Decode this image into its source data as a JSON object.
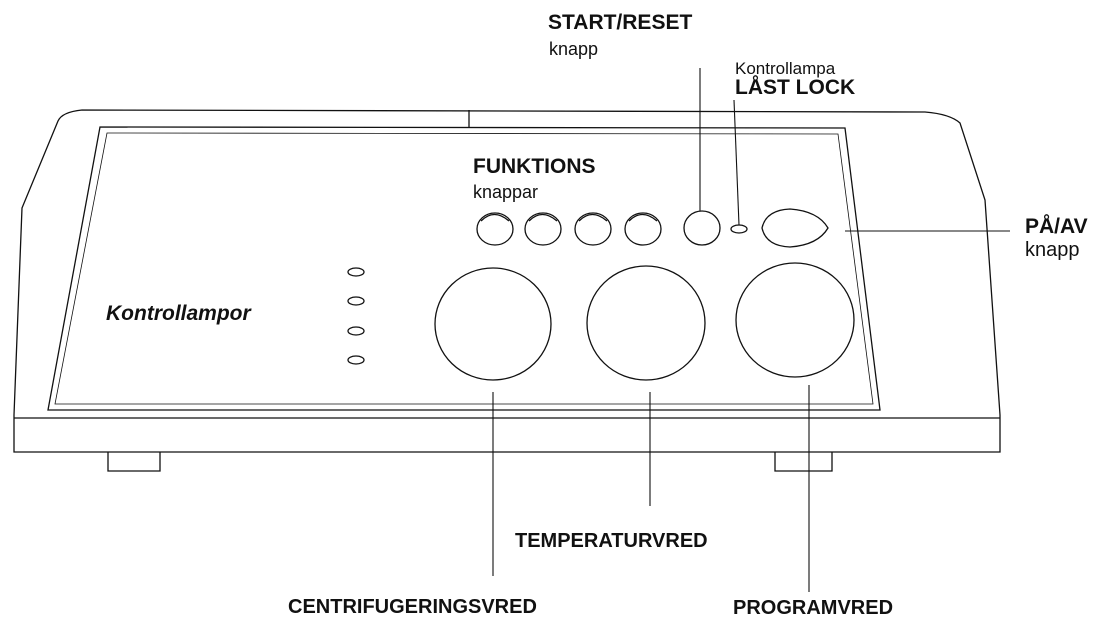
{
  "labels": {
    "start_reset": {
      "title": "START/RESET",
      "sub": "knapp"
    },
    "lid_lock": {
      "sub": "Kontrollampa",
      "title": "LÅST LOCK"
    },
    "function_buttons": {
      "title": "FUNKTIONS",
      "sub": "knappar"
    },
    "on_off": {
      "title": "PÅ/AV",
      "sub": "knapp"
    },
    "indicator_lamps": "Kontrollampor",
    "spin_knob": "CENTRIFUGERINGSVRED",
    "temperature_knob": "TEMPERATURVRED",
    "program_knob": "PROGRAMVRED"
  },
  "colors": {
    "line": "#111111",
    "background": "#ffffff"
  }
}
